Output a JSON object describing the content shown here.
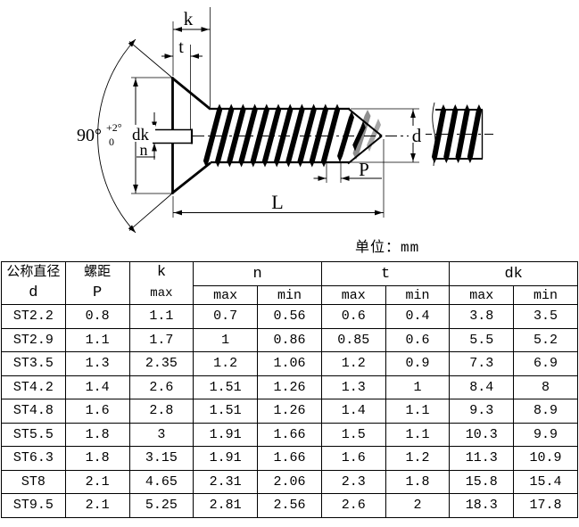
{
  "unit_note": "单位：mm",
  "diagram": {
    "labels": {
      "k": "k",
      "t": "t",
      "n": "n",
      "dk": "dk",
      "d": "d",
      "P": "P",
      "L": "L",
      "angle": "90°",
      "angle_tol_upper": "+2°",
      "angle_tol_lower": "0"
    }
  },
  "table": {
    "headers": {
      "diameter_cn": "公称直径",
      "diameter_sym": "d",
      "pitch_cn": "螺距",
      "pitch_sym": "P",
      "k": "k",
      "k_sub": "max",
      "n": "n",
      "t": "t",
      "dk": "dk",
      "max": "max",
      "min": "min"
    },
    "rows": [
      {
        "d": "ST2.2",
        "p": "0.8",
        "k": "1.1",
        "n_max": "0.7",
        "n_min": "0.56",
        "t_max": "0.6",
        "t_min": "0.4",
        "dk_max": "3.8",
        "dk_min": "3.5"
      },
      {
        "d": "ST2.9",
        "p": "1.1",
        "k": "1.7",
        "n_max": "1",
        "n_min": "0.86",
        "t_max": "0.85",
        "t_min": "0.6",
        "dk_max": "5.5",
        "dk_min": "5.2"
      },
      {
        "d": "ST3.5",
        "p": "1.3",
        "k": "2.35",
        "n_max": "1.2",
        "n_min": "1.06",
        "t_max": "1.2",
        "t_min": "0.9",
        "dk_max": "7.3",
        "dk_min": "6.9"
      },
      {
        "d": "ST4.2",
        "p": "1.4",
        "k": "2.6",
        "n_max": "1.51",
        "n_min": "1.26",
        "t_max": "1.3",
        "t_min": "1",
        "dk_max": "8.4",
        "dk_min": "8"
      },
      {
        "d": "ST4.8",
        "p": "1.6",
        "k": "2.8",
        "n_max": "1.51",
        "n_min": "1.26",
        "t_max": "1.4",
        "t_min": "1.1",
        "dk_max": "9.3",
        "dk_min": "8.9"
      },
      {
        "d": "ST5.5",
        "p": "1.8",
        "k": "3",
        "n_max": "1.91",
        "n_min": "1.66",
        "t_max": "1.5",
        "t_min": "1.1",
        "dk_max": "10.3",
        "dk_min": "9.9"
      },
      {
        "d": "ST6.3",
        "p": "1.8",
        "k": "3.15",
        "n_max": "1.91",
        "n_min": "1.66",
        "t_max": "1.6",
        "t_min": "1.2",
        "dk_max": "11.3",
        "dk_min": "10.9"
      },
      {
        "d": "ST8",
        "p": "2.1",
        "k": "4.65",
        "n_max": "2.31",
        "n_min": "2.06",
        "t_max": "2.3",
        "t_min": "1.8",
        "dk_max": "15.8",
        "dk_min": "15.4"
      },
      {
        "d": "ST9.5",
        "p": "2.1",
        "k": "5.25",
        "n_max": "2.81",
        "n_min": "2.56",
        "t_max": "2.6",
        "t_min": "2",
        "dk_max": "18.3",
        "dk_min": "17.8"
      }
    ]
  }
}
